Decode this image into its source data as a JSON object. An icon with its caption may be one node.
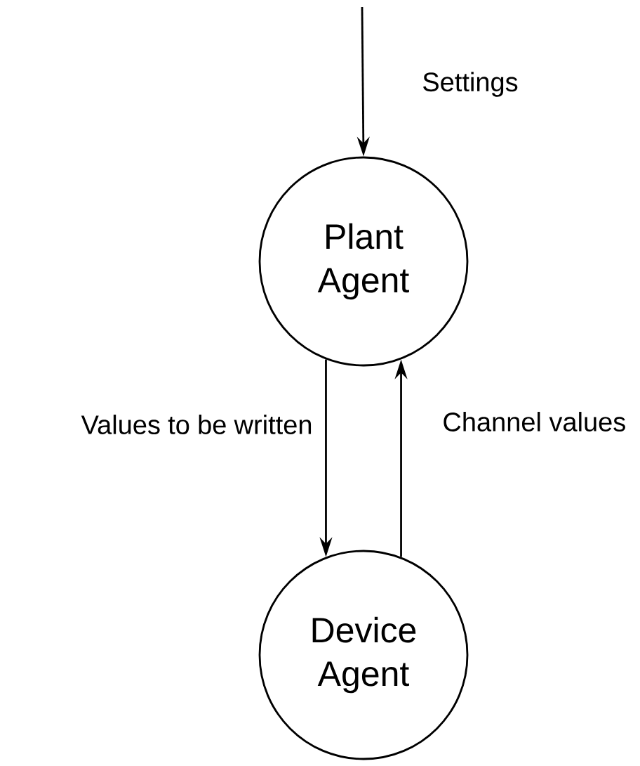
{
  "diagram": {
    "nodes": [
      {
        "text": [
          "Plant Agent"
        ]
      },
      {
        "text": [
          "Device Agent"
        ]
      }
    ],
    "edges": [
      {
        "from": null,
        "to": 0,
        "arrow": "to",
        "label": "Settings"
      },
      {
        "from": 0,
        "to": 1,
        "arrow": "to",
        "label": "Values to be written"
      },
      {
        "from": 1,
        "to": 0,
        "arrow": "to",
        "label": "Channel values"
      }
    ]
  }
}
